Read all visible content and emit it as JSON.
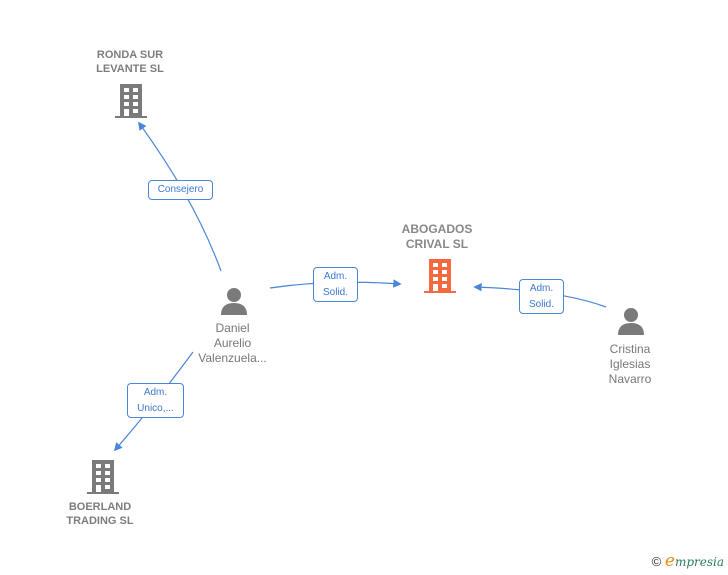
{
  "nodes": {
    "ronda": {
      "label_line1": "RONDA SUR",
      "label_line2": "LEVANTE SL",
      "type": "company",
      "icon": "building-icon"
    },
    "abogados": {
      "label_line1": "ABOGADOS",
      "label_line2": "CRIVAL  SL",
      "type": "company-focus",
      "icon": "building-icon"
    },
    "boerland": {
      "label_line1": "BOERLAND",
      "label_line2": "TRADING  SL",
      "type": "company",
      "icon": "building-icon"
    },
    "daniel": {
      "label_line1": "Daniel",
      "label_line2": "Aurelio",
      "label_line3": "Valenzuela...",
      "type": "person",
      "icon": "person-icon"
    },
    "cristina": {
      "label_line1": "Cristina",
      "label_line2": "Iglesias",
      "label_line3": "Navarro",
      "type": "person",
      "icon": "person-icon"
    }
  },
  "relations": {
    "consejero": {
      "line1": "Consejero"
    },
    "daniel_abogados": {
      "line1": "Adm.",
      "line2": "Solid."
    },
    "cristina_abogados": {
      "line1": "Adm.",
      "line2": "Solid."
    },
    "daniel_boerland": {
      "line1": "Adm.",
      "line2": "Unico,..."
    }
  },
  "colors": {
    "edge": "#4a86d8",
    "company": "#7a7a7a",
    "focus_company": "#f26a3d",
    "person": "#7a7a7a"
  },
  "footer": {
    "copyright": "©",
    "brand_initial": "e",
    "brand_rest": "mpresia"
  }
}
